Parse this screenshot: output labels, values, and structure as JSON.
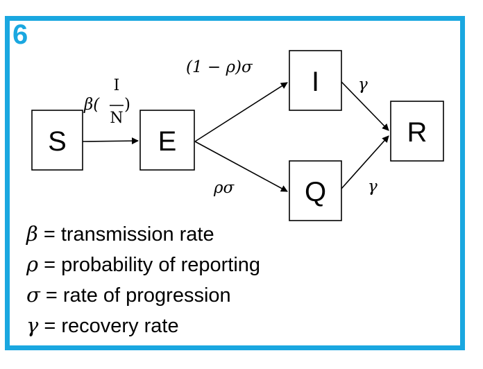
{
  "panel_number": "6",
  "accent_color": "#1aa7e0",
  "nodes": {
    "S": "S",
    "E": "E",
    "I": "I",
    "Q": "Q",
    "R": "R"
  },
  "edge_labels": {
    "s_to_e_prefix": "β(",
    "s_to_e_numerator": "I",
    "s_to_e_denominator": "N",
    "s_to_e_suffix": ")",
    "e_to_i": "(1 − ρ)σ",
    "e_to_q": "ρσ",
    "i_to_r": "γ",
    "q_to_r": "γ"
  },
  "legend": [
    {
      "symbol": "β",
      "text": " = transmission rate"
    },
    {
      "symbol": "ρ",
      "text": " = probability of reporting"
    },
    {
      "symbol": "σ",
      "text": " = rate of progression"
    },
    {
      "symbol": "γ",
      "text": " = recovery rate"
    }
  ]
}
